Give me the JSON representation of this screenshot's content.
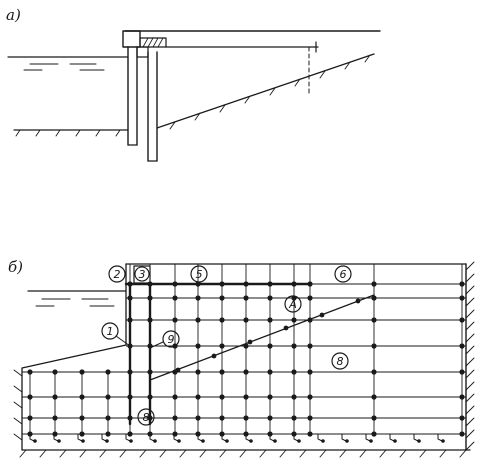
{
  "figure_a": {
    "label": "а)"
  },
  "figure_b": {
    "label": "б)",
    "callouts": [
      {
        "key": "c2",
        "text": "2"
      },
      {
        "key": "c3",
        "text": "3"
      },
      {
        "key": "c5",
        "text": "5"
      },
      {
        "key": "c6",
        "text": "6"
      },
      {
        "key": "cA",
        "text": "A"
      },
      {
        "key": "c1",
        "text": "1"
      },
      {
        "key": "c9",
        "text": "9"
      },
      {
        "key": "c8a",
        "text": "8"
      },
      {
        "key": "c8b",
        "text": "8"
      }
    ]
  },
  "colors": {
    "ink": "#1a1a1a",
    "paper": "#ffffff"
  }
}
